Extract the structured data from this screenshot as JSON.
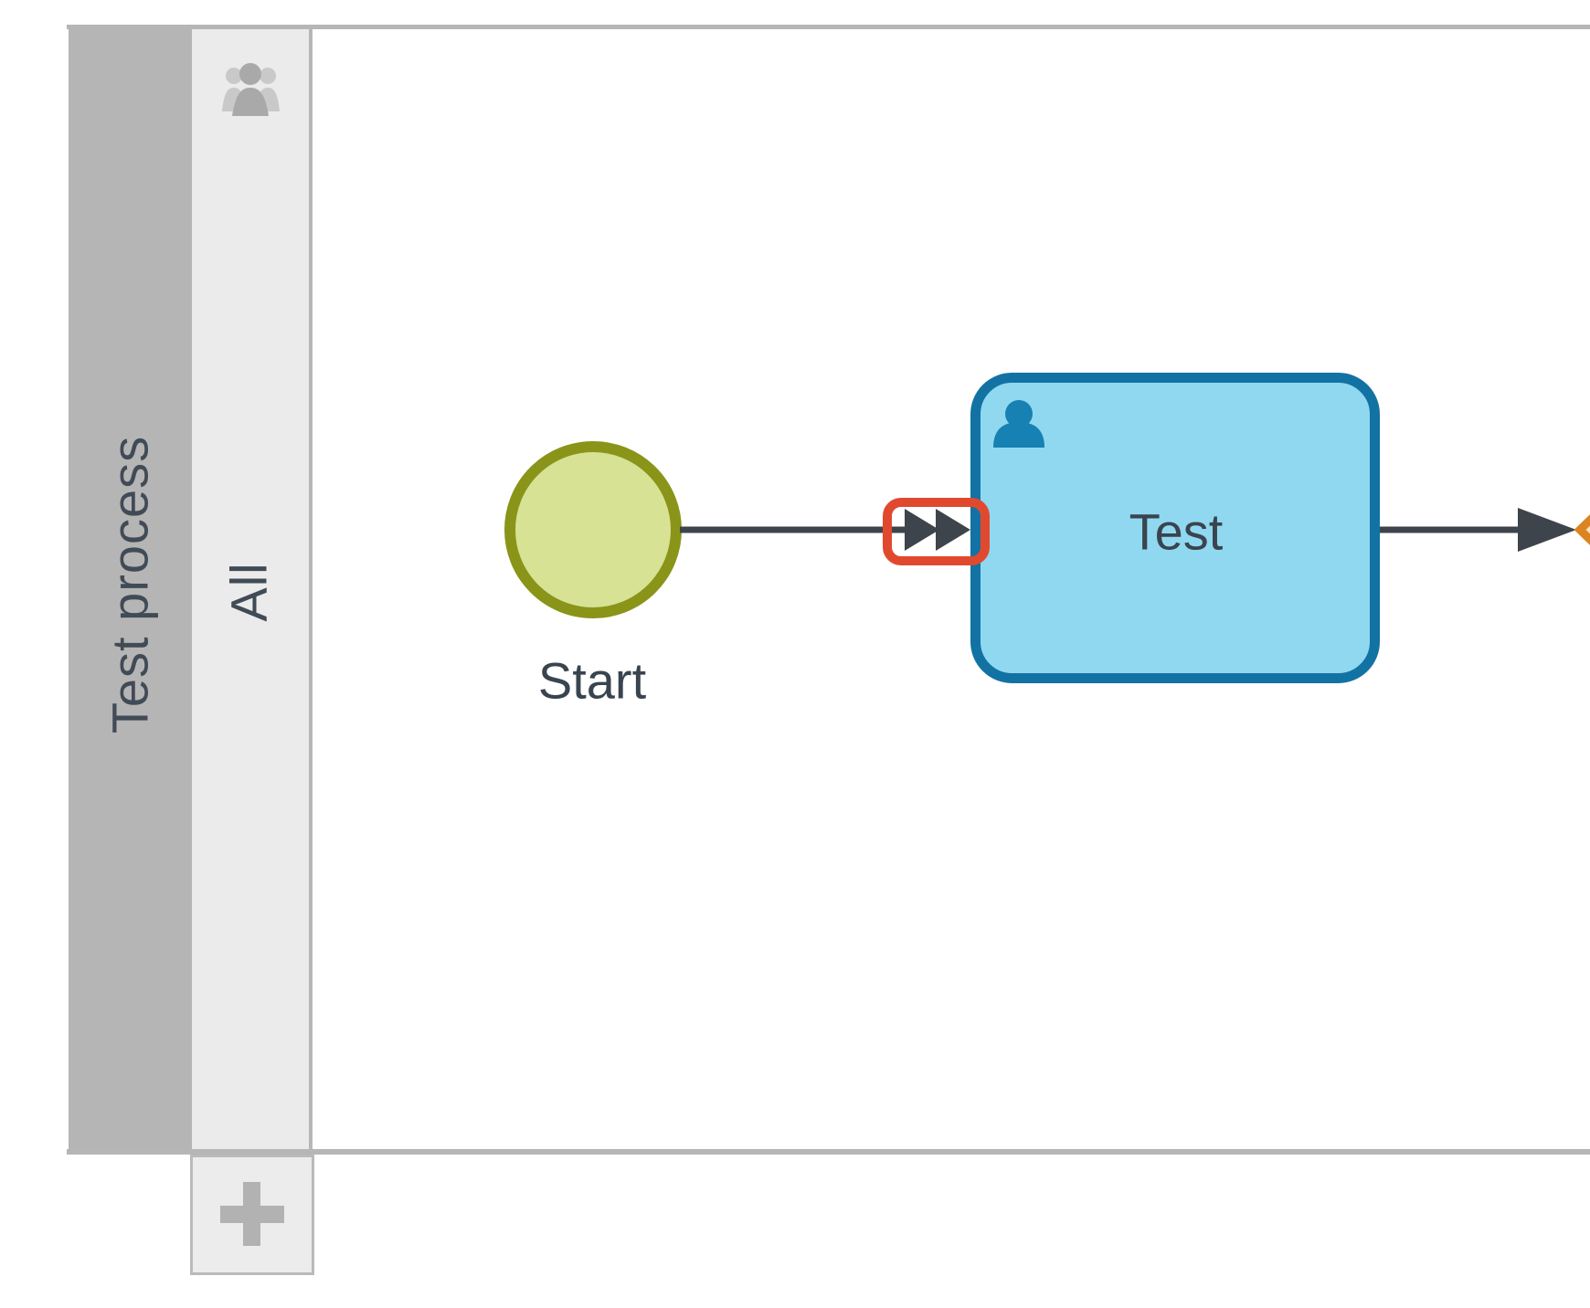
{
  "pool": {
    "label": "Test process"
  },
  "lane": {
    "label": "All",
    "icon": "group-icon"
  },
  "diagram": {
    "start_event": {
      "label": "Start"
    },
    "user_task": {
      "label": "Test",
      "type_icon": "person-icon"
    },
    "gateway": {
      "shape": "diamond"
    },
    "flow_marker": {
      "icon": "fast-forward-icon"
    }
  },
  "controls": {
    "add_lane_icon": "plus-icon"
  },
  "colors": {
    "start_fill": "#d7e295",
    "start_stroke": "#8a9418",
    "task_fill": "#90d8f0",
    "task_stroke": "#1372a4",
    "task_icon_blue": "#1681b2",
    "flow": "#3d444b",
    "marker_red": "#e1492f",
    "gateway_fill": "#fbe2c1",
    "gateway_stroke": "#db8420",
    "pool_bar": "#b5b5b5",
    "lane_bg": "#ebebeb",
    "border_gray": "#b6b6b6",
    "icon_gray": "#a9a9a9",
    "icon_gray_light": "#c9c9c9",
    "plus_gray": "#b2b2b2",
    "label_text": "#414b56"
  }
}
